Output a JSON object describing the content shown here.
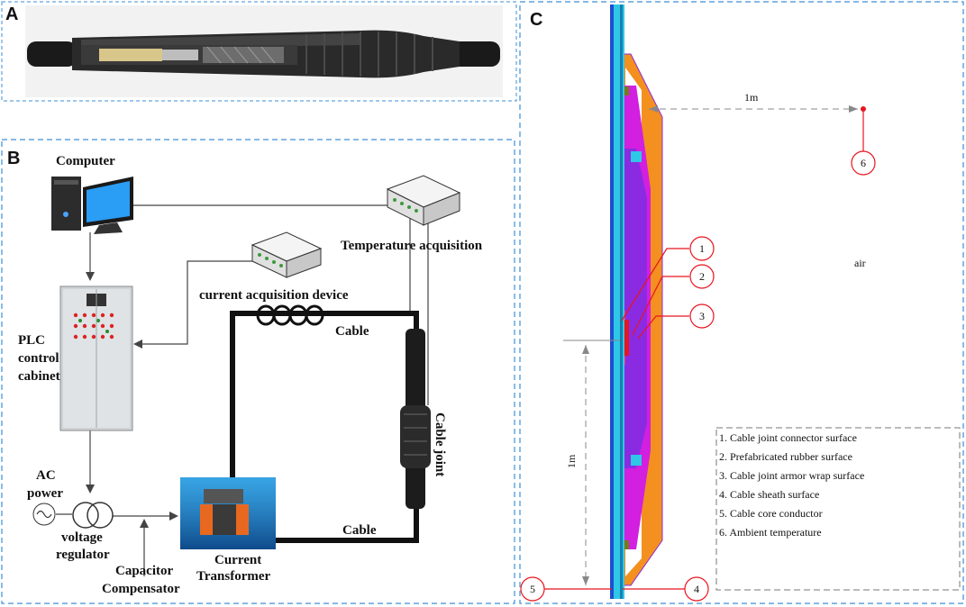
{
  "panels": {
    "a": "A",
    "b": "B",
    "c": "C"
  },
  "panel_b": {
    "computer": "Computer",
    "temperature_acquisition": "Temperature acquisition",
    "current_acquisition": "current acquisition device",
    "plc_line1": "PLC",
    "plc_line2": "control",
    "plc_line3": "cabinet",
    "cable_top": "Cable",
    "cable_bottom": "Cable",
    "cable_joint": "Cable joint",
    "ac_line1": "AC",
    "ac_line2": "power",
    "voltage_line1": "voltage",
    "voltage_line2": "regulator",
    "current_transformer_line1": "Current",
    "current_transformer_line2": "Transformer",
    "capacitor_line1": "Capacitor",
    "capacitor_line2": "Compensator"
  },
  "panel_c": {
    "dim_horizontal": "1m",
    "dim_vertical": "1m",
    "air_label": "air",
    "points": [
      "1",
      "2",
      "3",
      "4",
      "5",
      "6"
    ],
    "legend": [
      "1. Cable joint connector surface",
      "2. Prefabricated rubber surface",
      "3. Cable joint armor wrap surface",
      "4. Cable sheath surface",
      "5. Cable core conductor",
      "6. Ambient temperature"
    ],
    "colors": {
      "cyan": "#2ec7e6",
      "blue": "#1f4fd0",
      "orange": "#f3901f",
      "magenta": "#d21fe0",
      "purple": "#8a2be2",
      "pink": "#ff2a7a",
      "red": "#e8141e",
      "frame": "#3d8fd6"
    }
  }
}
